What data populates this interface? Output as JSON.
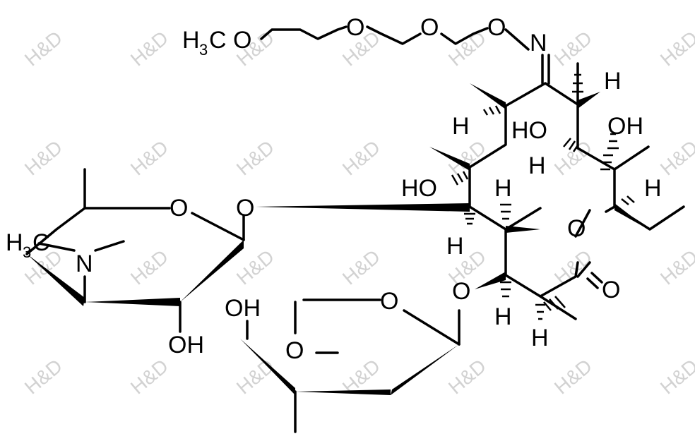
{
  "watermark": "H&D",
  "labels": {
    "h3c_a": "H",
    "h3c_b": "3",
    "h3c_c": "C",
    "ome": "O",
    "o_ether1": "O",
    "o_ether2": "O",
    "o_ether3": "O",
    "n_oxime": "N",
    "h_c10": "H",
    "ho_11": "HO",
    "h_11": "H",
    "oh_12": "OH",
    "h_ring_a": "H",
    "ho_6": "HO",
    "h_7": "H",
    "h_13": "H",
    "o_lactone": "O",
    "o_carbonyl": "O",
    "h_5": "H",
    "o_cladinose": "O",
    "h_3": "H",
    "h_2": "H",
    "o_desos_link": "O",
    "o_desos_ring": "O",
    "nme_h": "H",
    "nme_3": "3",
    "nme_c": "C",
    "n_dma": "N",
    "oh_desos": "OH",
    "oh_clad": "OH",
    "o_clad_ring": "O",
    "o_clad_ome": "O"
  }
}
